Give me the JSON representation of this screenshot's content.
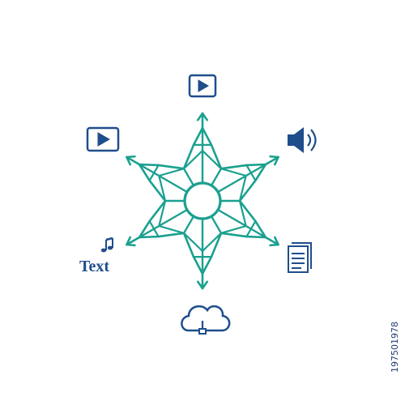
{
  "diagram": {
    "colors": {
      "network": "#1aa08f",
      "icons": "#1f4e8c",
      "background": "#ffffff"
    },
    "center_node": "circle",
    "arrows": [
      {
        "direction": "up",
        "target_icon": "video-play-icon"
      },
      {
        "direction": "upper-right",
        "target_icon": "speaker-icon"
      },
      {
        "direction": "lower-right",
        "target_icon": "document-icon"
      },
      {
        "direction": "down",
        "target_icon": "cloud-upload-icon"
      },
      {
        "direction": "lower-left",
        "target_icon": "music-text-icon"
      },
      {
        "direction": "upper-left",
        "target_icon": "video-play-icon"
      }
    ],
    "text_icon_label": "Text",
    "side_code": "197501978"
  }
}
